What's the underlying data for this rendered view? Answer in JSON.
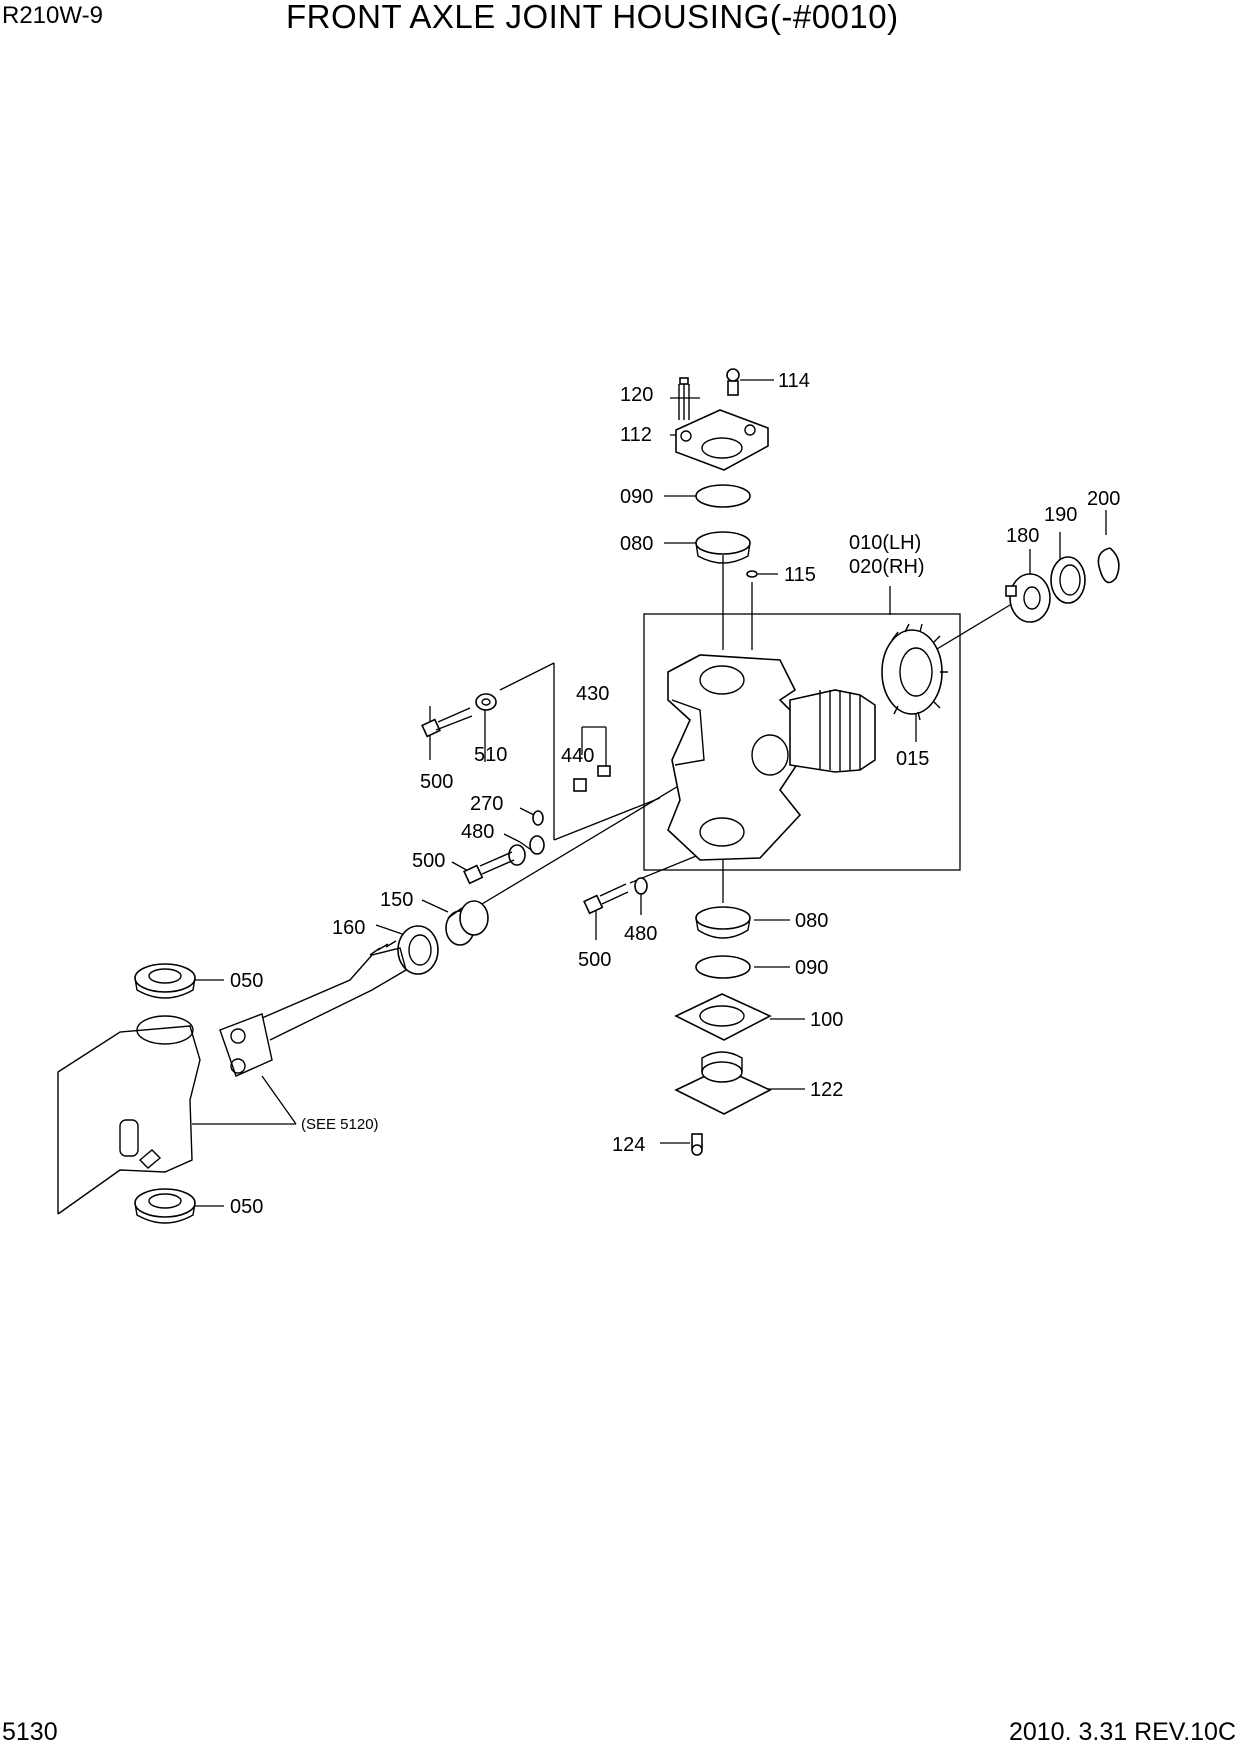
{
  "header": {
    "model": "R210W-9",
    "title": "FRONT AXLE JOINT HOUSING(-#0010)"
  },
  "footer": {
    "page_number": "5130",
    "revision": "2010. 3.31  REV.10C"
  },
  "callouts": [
    {
      "id": "114",
      "text": "114"
    },
    {
      "id": "120",
      "text": "120"
    },
    {
      "id": "112",
      "text": "112"
    },
    {
      "id": "090-top",
      "text": "090"
    },
    {
      "id": "080-top",
      "text": "080"
    },
    {
      "id": "115",
      "text": "115"
    },
    {
      "id": "010-lh",
      "text": "010(LH)"
    },
    {
      "id": "020-rh",
      "text": "020(RH)"
    },
    {
      "id": "180",
      "text": "180"
    },
    {
      "id": "190",
      "text": "190"
    },
    {
      "id": "200",
      "text": "200"
    },
    {
      "id": "015",
      "text": "015"
    },
    {
      "id": "430",
      "text": "430"
    },
    {
      "id": "440",
      "text": "440"
    },
    {
      "id": "510",
      "text": "510"
    },
    {
      "id": "500-a",
      "text": "500"
    },
    {
      "id": "270",
      "text": "270"
    },
    {
      "id": "480-a",
      "text": "480"
    },
    {
      "id": "500-b",
      "text": "500"
    },
    {
      "id": "150",
      "text": "150"
    },
    {
      "id": "160",
      "text": "160"
    },
    {
      "id": "500-c",
      "text": "500"
    },
    {
      "id": "480-b",
      "text": "480"
    },
    {
      "id": "080-bottom",
      "text": "080"
    },
    {
      "id": "090-bottom",
      "text": "090"
    },
    {
      "id": "100",
      "text": "100"
    },
    {
      "id": "122",
      "text": "122"
    },
    {
      "id": "124",
      "text": "124"
    },
    {
      "id": "050-top",
      "text": "050"
    },
    {
      "id": "050-bottom",
      "text": "050"
    },
    {
      "id": "see-5120",
      "text": "(SEE 5120)"
    }
  ]
}
